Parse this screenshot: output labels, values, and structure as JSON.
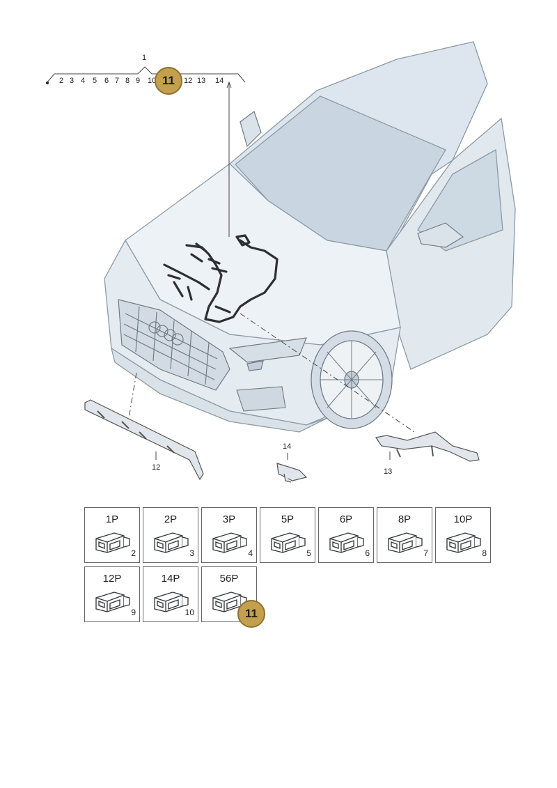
{
  "header_group": {
    "top_number": "1",
    "numbers": [
      "2",
      "3",
      "4",
      "5",
      "6",
      "7",
      "8",
      "9",
      "10",
      "12",
      "13",
      "14"
    ]
  },
  "highlight_badge": {
    "label": "11",
    "color": "#c4a04e"
  },
  "part_labels": {
    "p12": "12",
    "p13": "13",
    "p14": "14"
  },
  "connectors": [
    {
      "title": "1P",
      "number": "2"
    },
    {
      "title": "2P",
      "number": "3"
    },
    {
      "title": "3P",
      "number": "4"
    },
    {
      "title": "5P",
      "number": "5"
    },
    {
      "title": "6P",
      "number": "6"
    },
    {
      "title": "8P",
      "number": "7"
    },
    {
      "title": "10P",
      "number": "8"
    },
    {
      "title": "12P",
      "number": "9"
    },
    {
      "title": "14P",
      "number": "10"
    },
    {
      "title": "56P",
      "number": "11"
    }
  ]
}
